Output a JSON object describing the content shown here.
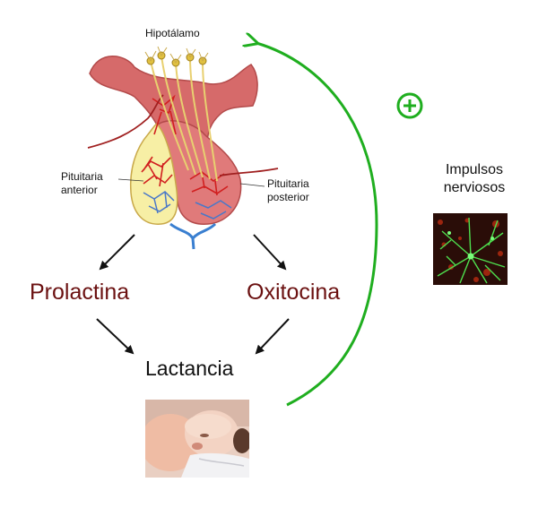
{
  "labels": {
    "hypothalamus": "Hipotálamo",
    "anterior_pituitary_line1": "Pituitaria",
    "anterior_pituitary_line2": "anterior",
    "posterior_pituitary_line1": "Pituitaria",
    "posterior_pituitary_line2": "posterior",
    "prolactin": "Prolactina",
    "oxytocin": "Oxitocina",
    "lactation": "Lactancia",
    "nerve_impulses_line1": "Impulsos",
    "nerve_impulses_line2": "nerviosos",
    "feedback_sign": "+"
  },
  "colors": {
    "hormone_text": "#6b1111",
    "feedback_arrow": "#1fae1f",
    "gland_tissue": "#d66a6a",
    "anterior_lobe": "#f7efa5",
    "capillaries_red": "#d11f1f",
    "capillaries_blue": "#4a78c8",
    "neuron_fibers": "#e8d070"
  },
  "icons": {
    "feedback": "plus-circle-icon",
    "arrows": "arrow-icon"
  }
}
